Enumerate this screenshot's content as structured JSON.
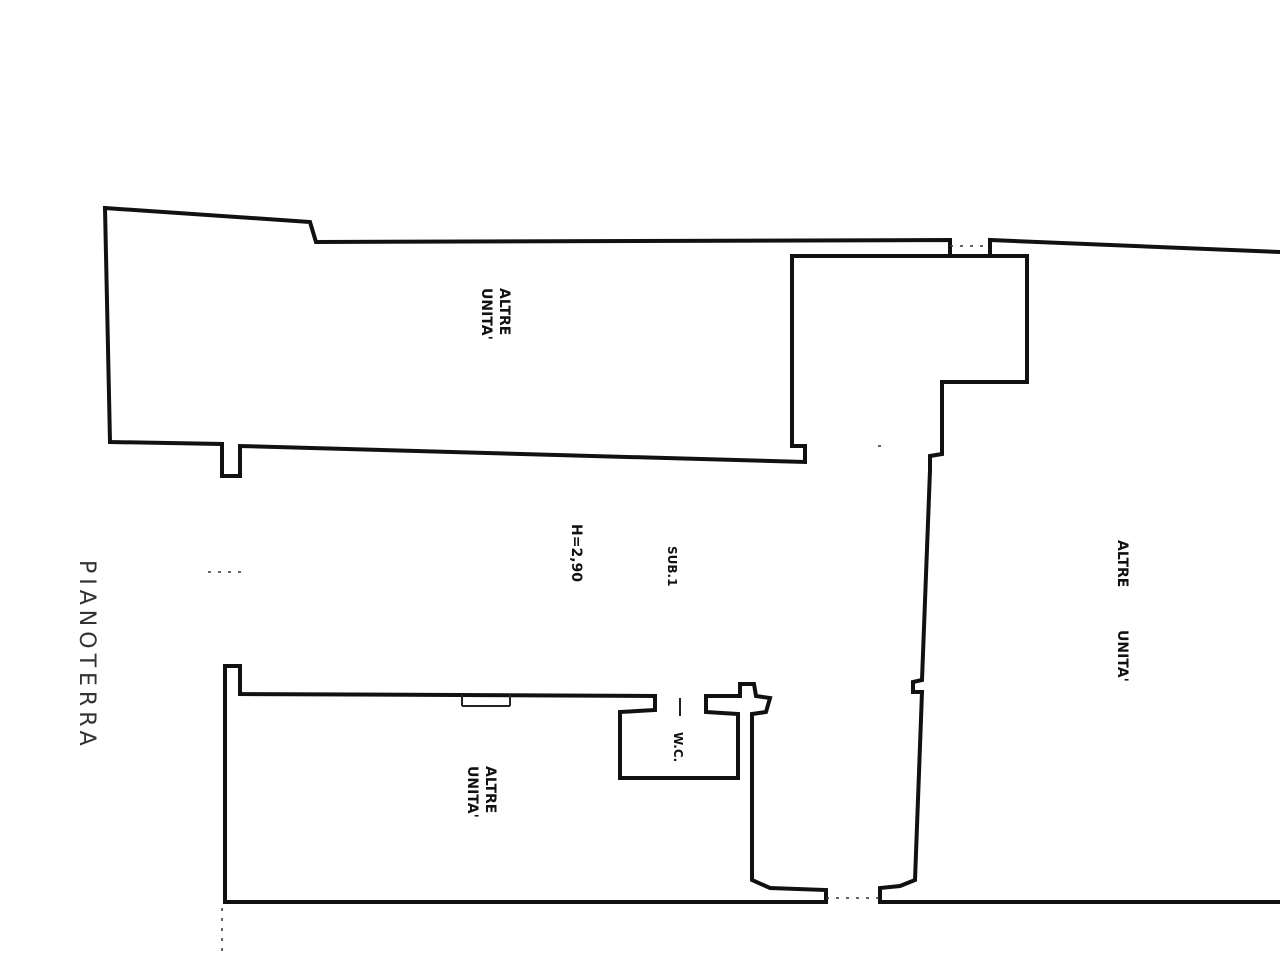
{
  "floor_label": "PIANOTERRA",
  "rooms": {
    "top_left_line1": "ALTRE",
    "top_left_line2": "UNITA'",
    "right_line1": "ALTRE",
    "right_line2": "UNITA'",
    "bottom_line1": "ALTRE",
    "bottom_line2": "UNITA'",
    "main_room": "SUB.1",
    "main_height": "H=2,90",
    "small_room": "W.C."
  }
}
